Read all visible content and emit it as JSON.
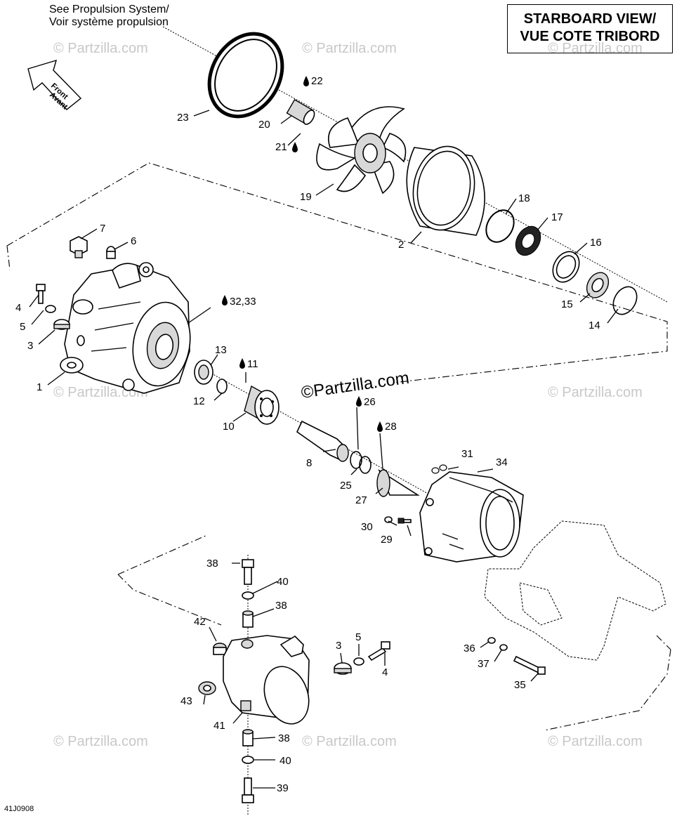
{
  "title": {
    "line1": "STARBOARD VIEW/",
    "line2": "VUE COTE TRIBORD"
  },
  "note": {
    "line1": "See Propulsion System/",
    "line2": "Voir système propulsion"
  },
  "front_arrow": {
    "line1": "Front",
    "line2": "Avant"
  },
  "drawing_code": "41J0908",
  "watermark": "© Partzilla.com",
  "center_watermark": "©Partzilla.com",
  "callouts": {
    "c1": "1",
    "c2": "2",
    "c3a": "3",
    "c3b": "3",
    "c4a": "4",
    "c4b": "4",
    "c5a": "5",
    "c5b": "5",
    "c6": "6",
    "c7": "7",
    "c8": "8",
    "c10": "10",
    "c11": "11",
    "c12": "12",
    "c13": "13",
    "c14": "14",
    "c15": "15",
    "c16": "16",
    "c17": "17",
    "c18": "18",
    "c19": "19",
    "c20": "20",
    "c21": "21",
    "c22": "22",
    "c23": "23",
    "c25": "25",
    "c26": "26",
    "c27": "27",
    "c28": "28",
    "c29": "29",
    "c30": "30",
    "c31": "31",
    "c32": "32,33",
    "c34": "34",
    "c35": "35",
    "c36": "36",
    "c37": "37",
    "c38a": "38",
    "c38b": "38",
    "c38c": "38",
    "c39": "39",
    "c40a": "40",
    "c40b": "40",
    "c41": "41",
    "c42": "42",
    "c43": "43"
  }
}
